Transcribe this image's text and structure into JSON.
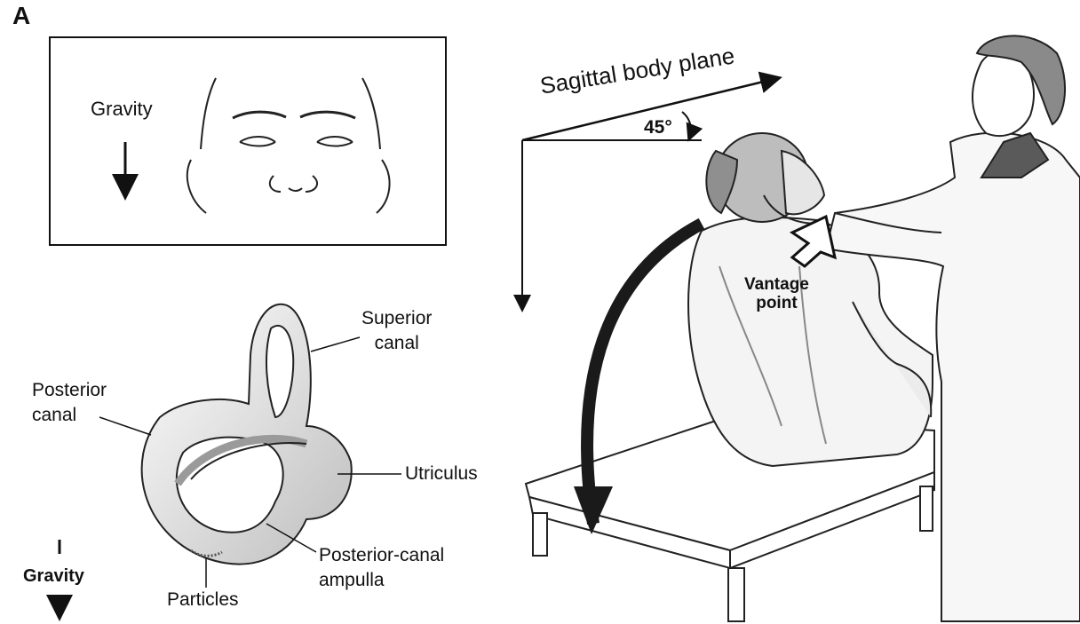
{
  "panel_label": "A",
  "top_inset": {
    "gravity_label": "Gravity"
  },
  "scene": {
    "plane_label": "Sagittal body plane",
    "angle_label": "45°",
    "vantage_label_line1": "Vantage",
    "vantage_label_line2": "point"
  },
  "ear_diagram": {
    "superior_canal_line1": "Superior",
    "superior_canal_line2": "canal",
    "posterior_canal_line1": "Posterior",
    "posterior_canal_line2": "canal",
    "utriculus": "Utriculus",
    "ampulla_line1": "Posterior-canal",
    "ampulla_line2": "ampulla",
    "particles": "Particles",
    "gravity_label": "Gravity"
  },
  "colors": {
    "ink": "#111111",
    "shade": "#9a9a9a",
    "light_shade": "#d6d6d6"
  }
}
